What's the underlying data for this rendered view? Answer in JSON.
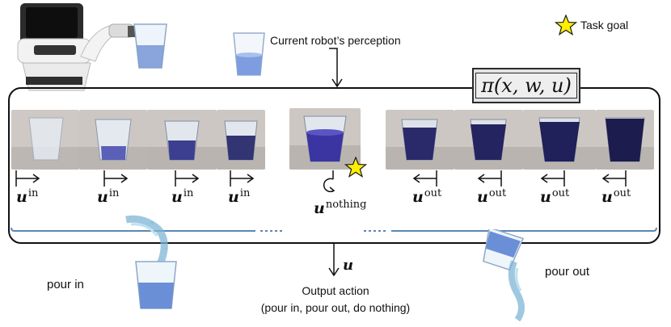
{
  "legend": {
    "star_label": "Task goal",
    "star_color": "#ffee00"
  },
  "perception_label": "Current robot’s perception",
  "policy": {
    "label": "π(x, w, u)"
  },
  "actions": {
    "in_symbol": "u",
    "in_sup": "in",
    "out_symbol": "u",
    "out_sup": "out",
    "nothing_symbol": "u",
    "nothing_sup": "nothing",
    "output_symbol": "u"
  },
  "labels": {
    "pour_in": "pour in",
    "pour_out": "pour out",
    "output_title": "Output action",
    "output_options": "(pour in, pour out, do nothing)"
  },
  "colors": {
    "axis_line": "#5b87b5",
    "water": "#6a8fd6",
    "liquid": "#2a2a7a"
  },
  "icons": [
    "robot-image",
    "star-icon",
    "glass-icon",
    "water-splash-icon"
  ]
}
